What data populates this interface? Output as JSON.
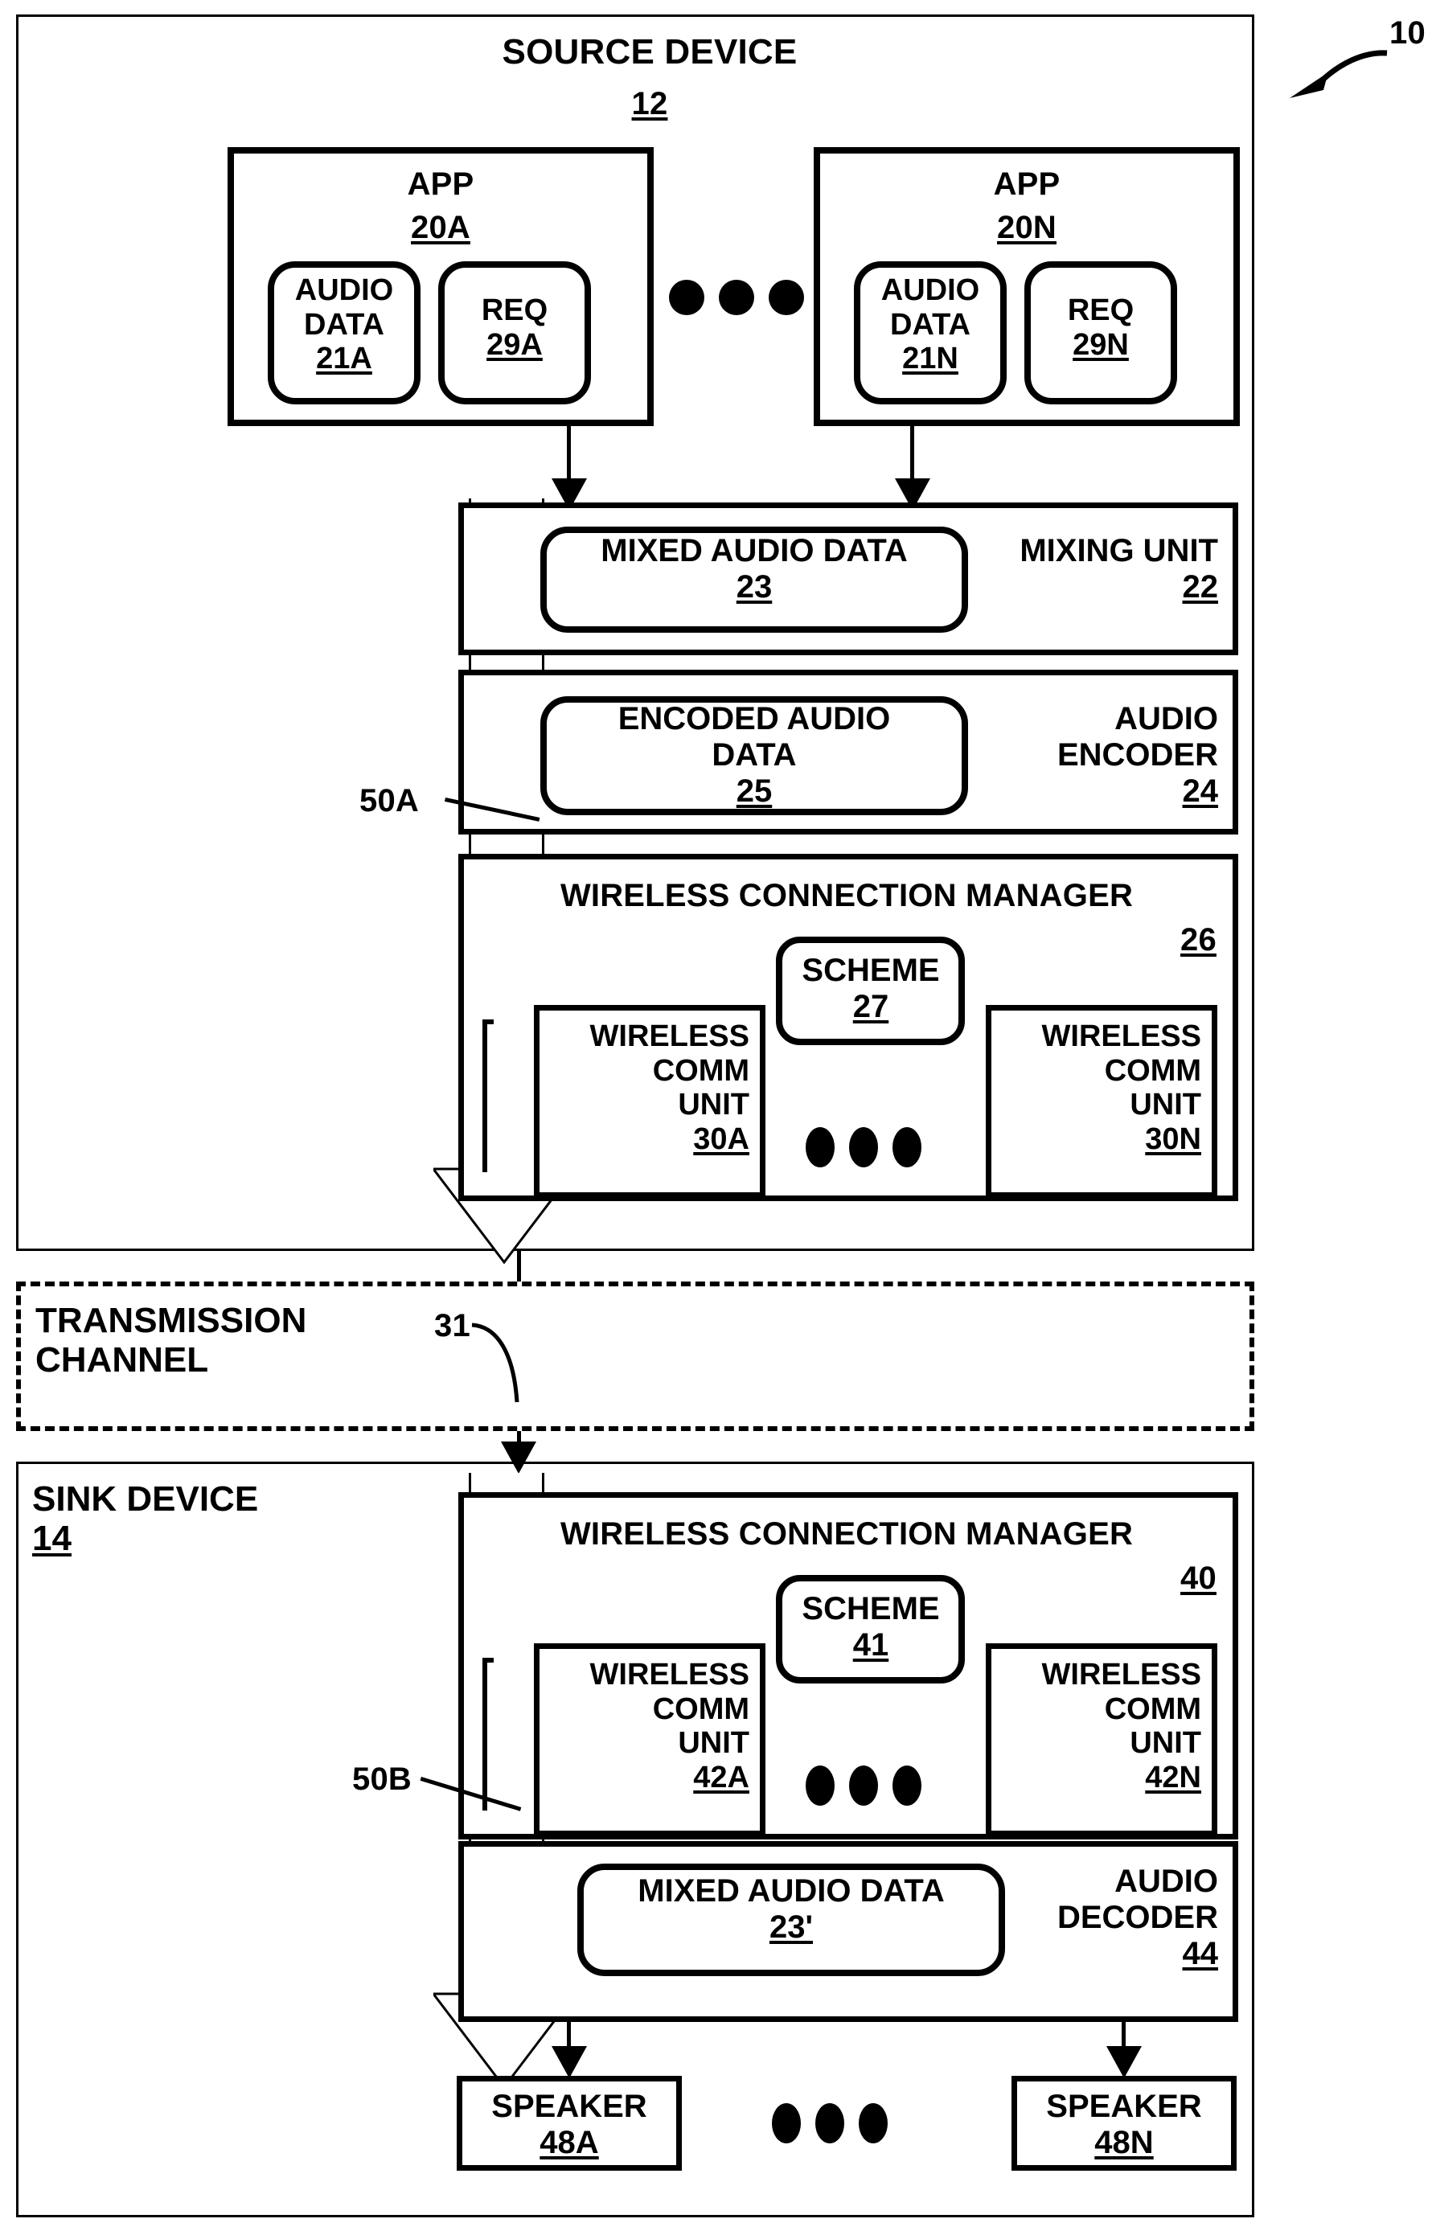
{
  "figure": {
    "reference_numeral": "10",
    "source_device": {
      "title": "SOURCE DEVICE",
      "ref": "12",
      "apps": [
        {
          "title": "APP",
          "ref": "20A",
          "audio_data": {
            "line1": "AUDIO",
            "line2": "DATA",
            "ref": "21A"
          },
          "req": {
            "title": "REQ",
            "ref": "29A"
          }
        },
        {
          "title": "APP",
          "ref": "20N",
          "audio_data": {
            "line1": "AUDIO",
            "line2": "DATA",
            "ref": "21N"
          },
          "req": {
            "title": "REQ",
            "ref": "29N"
          }
        }
      ],
      "apps_ellipsis": "•••",
      "mixing_unit": {
        "title_line1": "MIXING UNIT",
        "ref": "22",
        "payload": {
          "title": "MIXED AUDIO DATA",
          "ref": "23"
        }
      },
      "audio_encoder": {
        "title_line1": "AUDIO",
        "title_line2": "ENCODER",
        "ref": "24",
        "payload": {
          "title_line1": "ENCODED AUDIO",
          "title_line2": "DATA",
          "ref": "25"
        }
      },
      "wireless_connection_manager": {
        "title": "WIRELESS CONNECTION MANAGER",
        "ref": "26",
        "scheme": {
          "title": "SCHEME",
          "ref": "27"
        },
        "comm_units": [
          {
            "l1": "WIRELESS",
            "l2": "COMM",
            "l3": "UNIT",
            "ref": "30A"
          },
          {
            "l1": "WIRELESS",
            "l2": "COMM",
            "l3": "UNIT",
            "ref": "30N"
          }
        ],
        "comm_ellipsis": "•••"
      },
      "data_flow_label": "50A"
    },
    "transmission_channel": {
      "line1": "TRANSMISSION",
      "line2": "CHANNEL",
      "ref": "31"
    },
    "sink_device": {
      "title": "SINK DEVICE",
      "ref": "14",
      "wireless_connection_manager": {
        "title": "WIRELESS CONNECTION MANAGER",
        "ref": "40",
        "scheme": {
          "title": "SCHEME",
          "ref": "41"
        },
        "comm_units": [
          {
            "l1": "WIRELESS",
            "l2": "COMM",
            "l3": "UNIT",
            "ref": "42A"
          },
          {
            "l1": "WIRELESS",
            "l2": "COMM",
            "l3": "UNIT",
            "ref": "42N"
          }
        ],
        "comm_ellipsis": "•••"
      },
      "audio_decoder": {
        "title_line1": "AUDIO",
        "title_line2": "DECODER",
        "ref": "44",
        "payload": {
          "title": "MIXED AUDIO DATA",
          "ref": "23'"
        }
      },
      "speakers": [
        {
          "title": "SPEAKER",
          "ref": "48A"
        },
        {
          "title": "SPEAKER",
          "ref": "48N"
        }
      ],
      "speakers_ellipsis": "•••",
      "data_flow_label": "50B"
    }
  },
  "colors": {
    "ink": "#000000",
    "paper": "#ffffff"
  }
}
